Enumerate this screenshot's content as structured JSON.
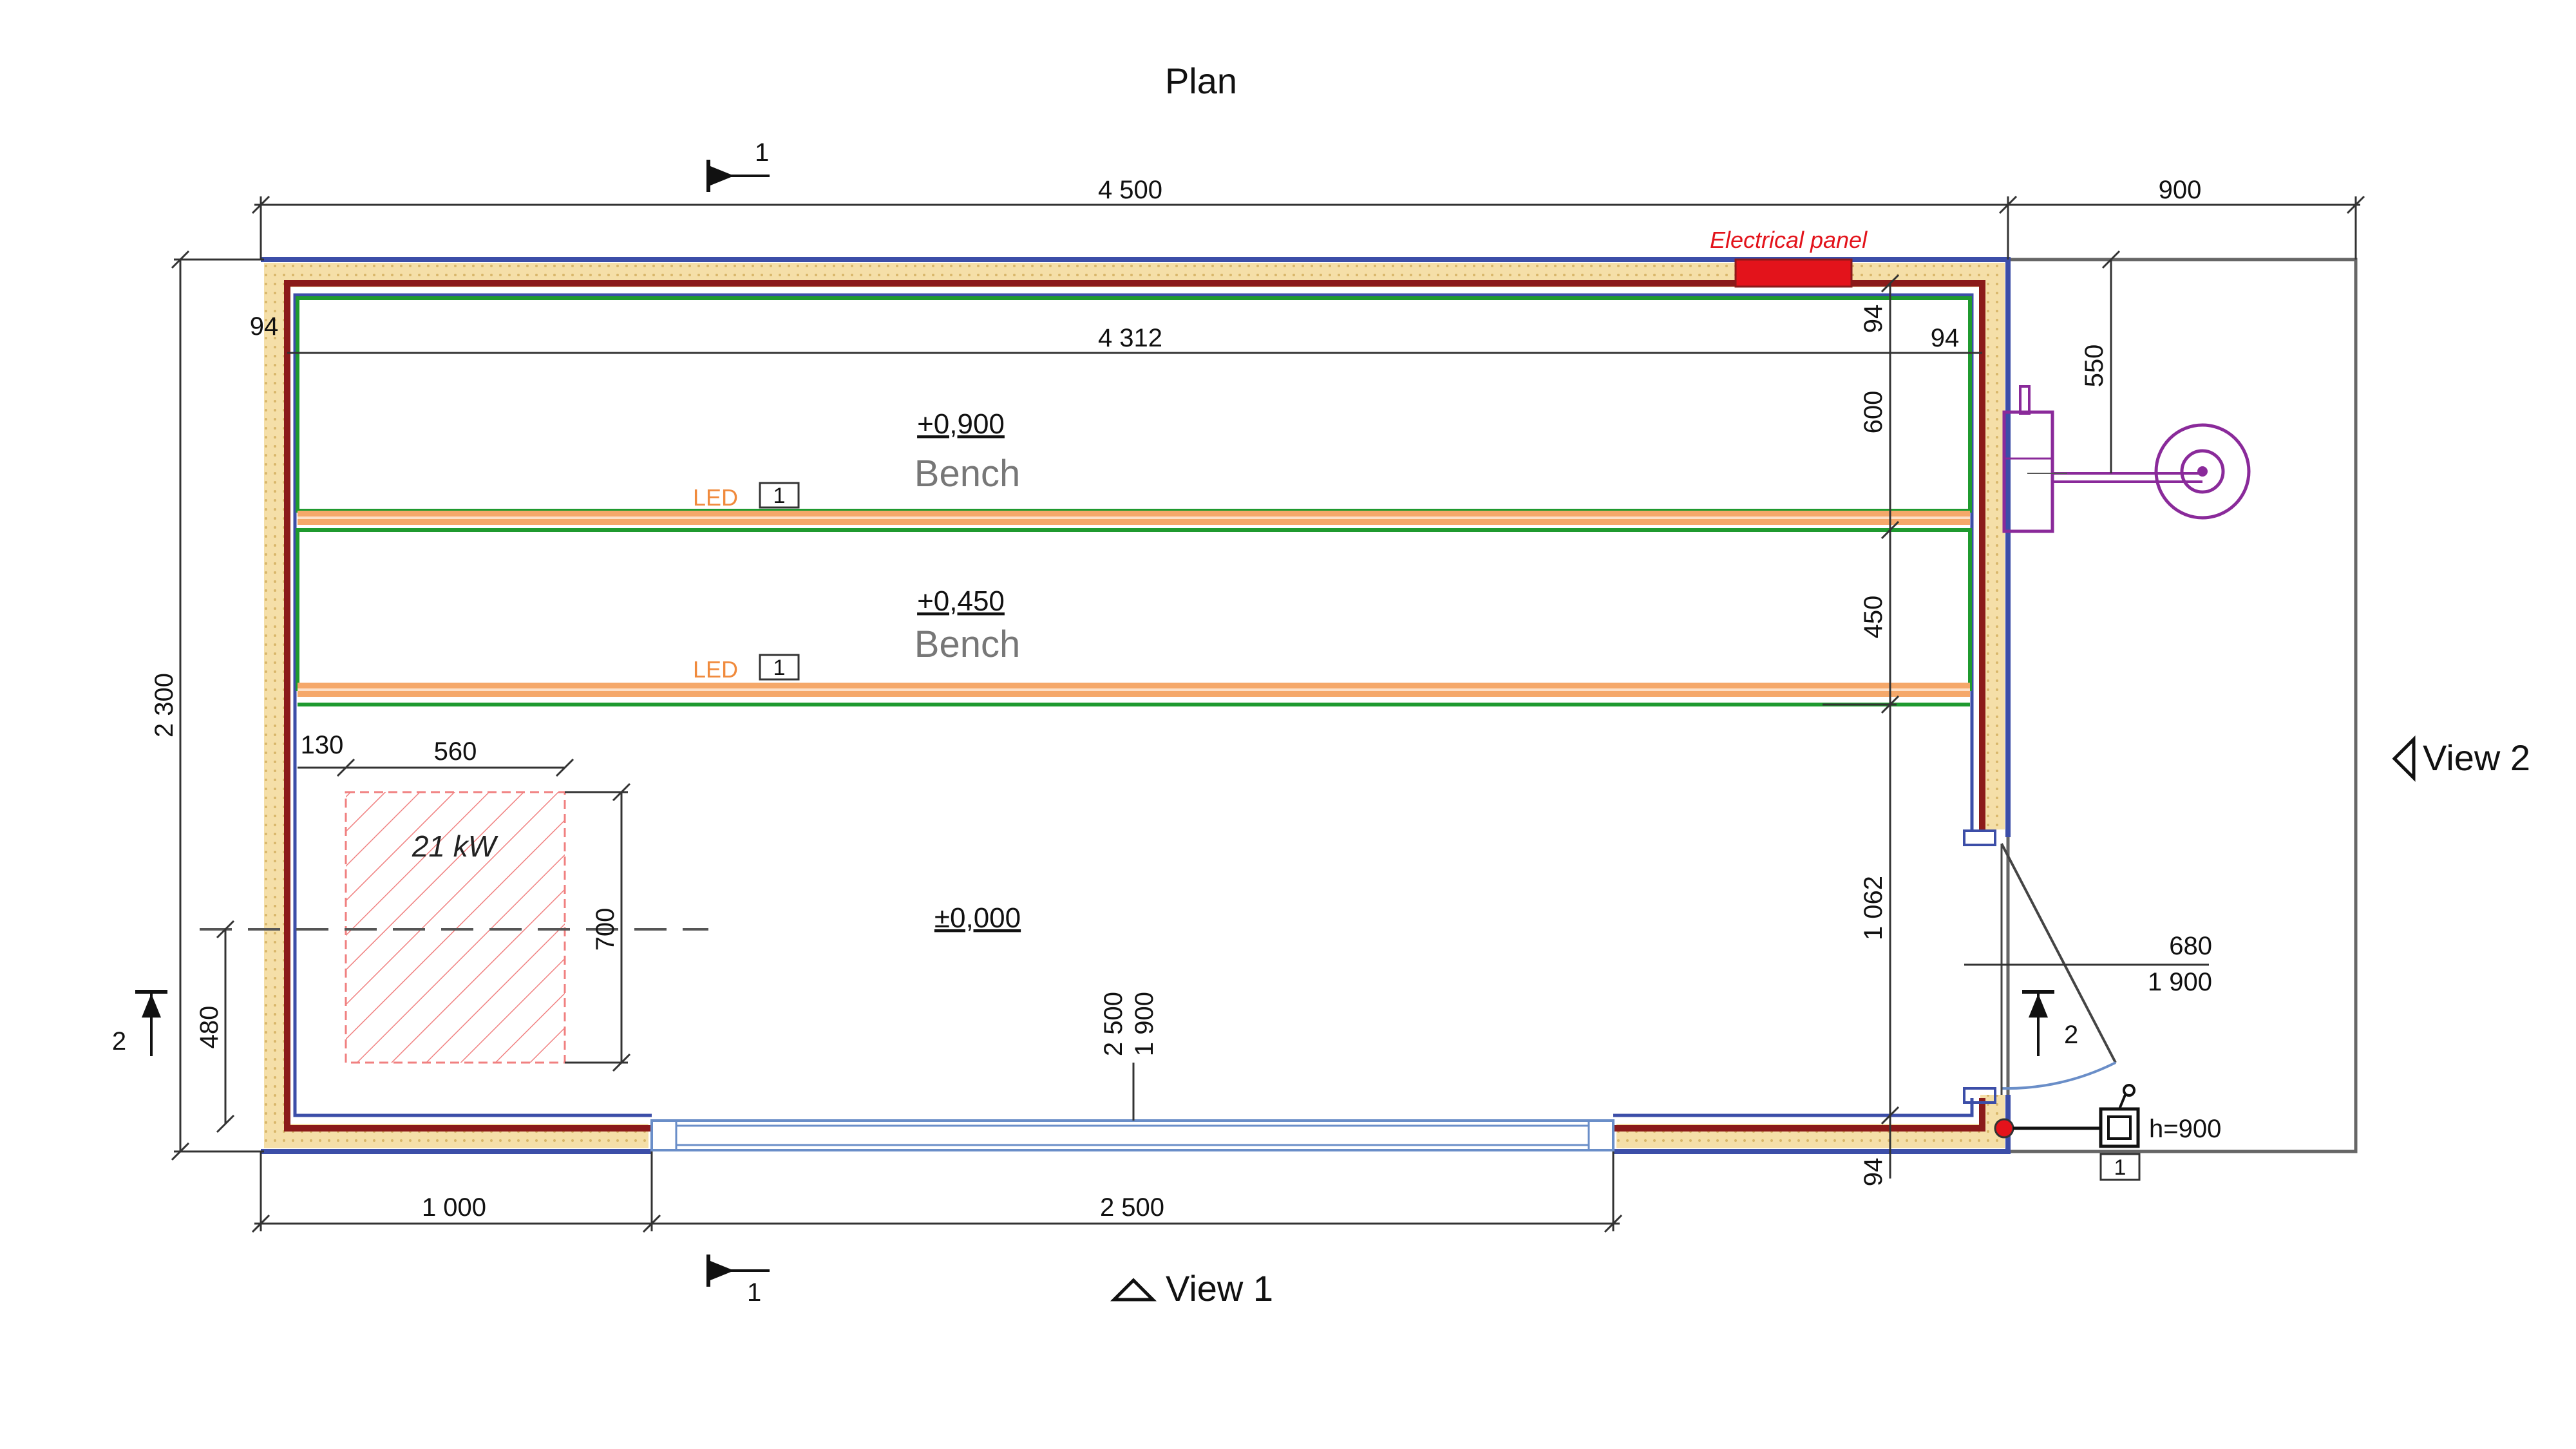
{
  "title": "Plan",
  "dimensions": {
    "top_overall": "4 500",
    "top_right": "900",
    "inner_length": "4 312",
    "wall_left": "94",
    "wall_right_a": "94",
    "wall_right_b": "94",
    "wall_bottom": "94",
    "height_overall": "2 300",
    "upper_bench_depth": "600",
    "lower_bench_depth": "450",
    "floor_depth": "1 062",
    "door_offset": "550",
    "heater_offset": "130",
    "heater_width": "560",
    "heater_depth": "700",
    "heater_from_bottom": "480",
    "bottom_left": "1 000",
    "bottom_opening": "2 500",
    "window_width": "2 500",
    "window_height": "1 900",
    "door_width": "680",
    "door_height": "1 900"
  },
  "labels": {
    "electrical_panel": "Electrical panel",
    "bench_upper_level": "+0,900",
    "bench_upper_name": "Bench",
    "bench_lower_level": "+0,450",
    "bench_lower_name": "Bench",
    "floor_level": "±0,000",
    "heater_power": "21 kW",
    "led": "LED",
    "led_tag": "1",
    "switch_height": "h=900",
    "switch_tag": "1",
    "view1": "View 1",
    "view2": "View 2",
    "section1_top": "1",
    "section1_bottom": "1",
    "section2_left": "2",
    "section2_right": "2"
  },
  "colors": {
    "wall_outer": "#3c4ea8",
    "wall_brown": "#8b1a1a",
    "wall_insulation": "#f2d9a0",
    "bench_green": "#1f9a2f",
    "led_strip": "#f5a86a",
    "panel_red": "#e3131b",
    "heater_hatch": "#f08080",
    "hardware_purple": "#8a2a9a"
  }
}
